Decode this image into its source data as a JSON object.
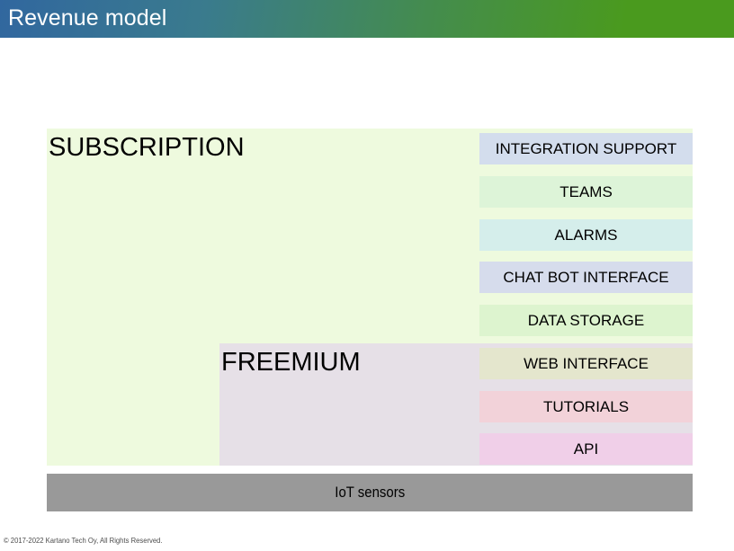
{
  "header": {
    "title": "Revenue model",
    "gradient_start": "#31679f",
    "gradient_end": "#4a9a1e",
    "title_color": "#ffffff"
  },
  "tiers": [
    {
      "id": "subscription",
      "label": "SUBSCRIPTION",
      "color": "#eefade"
    },
    {
      "id": "freemium",
      "label": "FREEMIUM",
      "color": "#e6e0e7"
    }
  ],
  "features": [
    {
      "label": "INTEGRATION SUPPORT",
      "color": "#d3dded",
      "tier": "subscription"
    },
    {
      "label": "TEAMS",
      "color": "#ddf4d8",
      "tier": "subscription"
    },
    {
      "label": "ALARMS",
      "color": "#d5eeeb",
      "tier": "subscription"
    },
    {
      "label": "CHAT BOT INTERFACE",
      "color": "#d6dcec",
      "tier": "subscription"
    },
    {
      "label": "DATA STORAGE",
      "color": "#ddf4cf",
      "tier": "subscription"
    },
    {
      "label": "WEB INTERFACE",
      "color": "#e4e6cd",
      "tier": "freemium"
    },
    {
      "label": "TUTORIALS",
      "color": "#f2d2d9",
      "tier": "freemium"
    },
    {
      "label": "API",
      "color": "#f0cfe8",
      "tier": "freemium"
    }
  ],
  "foundation": {
    "label": "IoT sensors",
    "color": "#999999"
  },
  "footer": {
    "copyright": "© 2017-2022 Kartano Tech Oy, All Rights Reserved."
  }
}
